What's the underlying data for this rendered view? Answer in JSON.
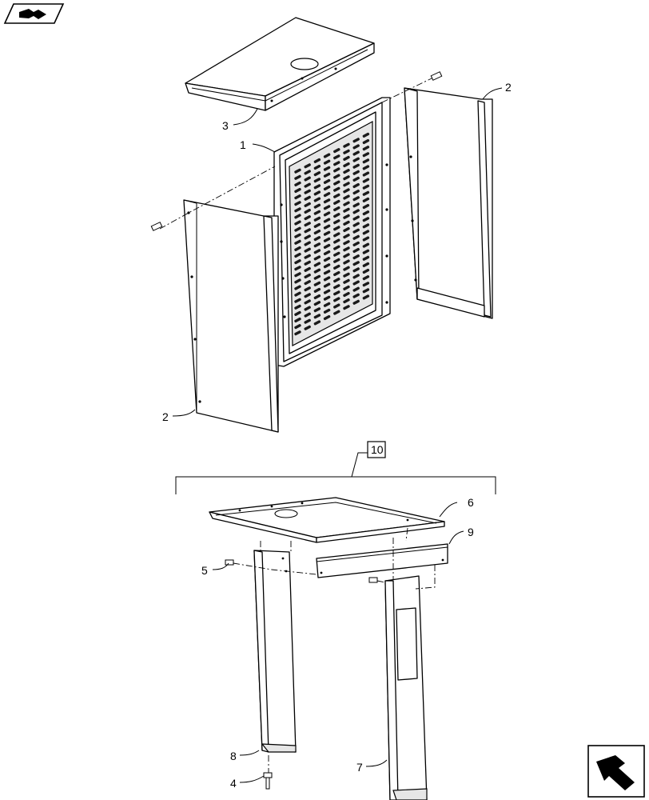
{
  "callouts": {
    "c1": "1",
    "c2a": "2",
    "c2b": "2",
    "c3": "3",
    "c4": "4",
    "c5": "5",
    "c6": "6",
    "c7": "7",
    "c8": "8",
    "c9": "9",
    "c10": "10"
  },
  "icons": {
    "top_left": "navigation-arrow-icon",
    "bottom_right": "navigation-arrow-icon"
  }
}
